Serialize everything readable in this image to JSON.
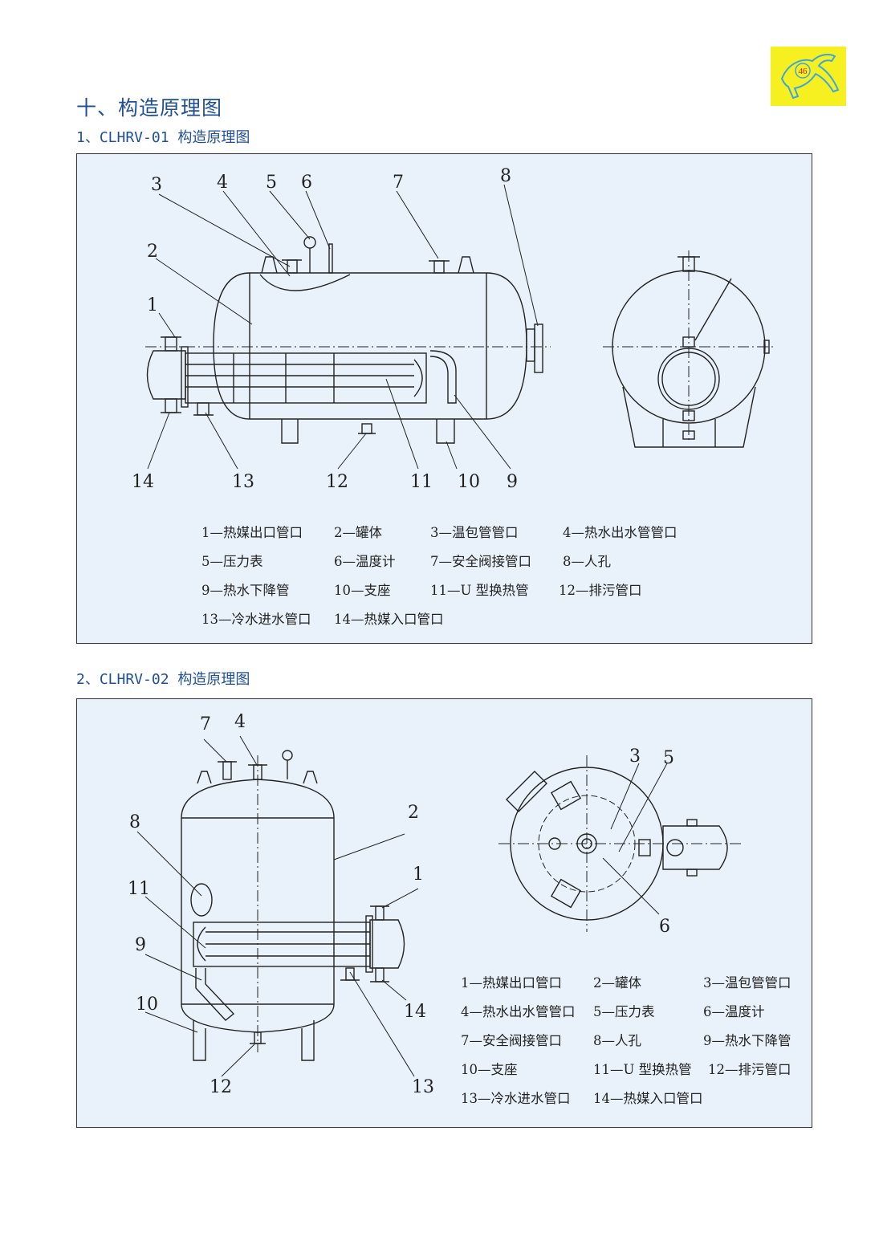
{
  "logo": {
    "page_number": "46"
  },
  "section_title": "十、构造原理图",
  "diagram1": {
    "title_model": "1、CLHRV-01",
    "title_suffix": "构造原理图",
    "callouts": [
      "1",
      "2",
      "3",
      "4",
      "5",
      "6",
      "7",
      "8",
      "9",
      "10",
      "11",
      "12",
      "13",
      "14"
    ],
    "legend": [
      [
        "1—热媒出口管口",
        "2—罐体",
        "3—温包管管口",
        "4—热水出水管管口"
      ],
      [
        "5—压力表",
        "6—温度计",
        "7—安全阀接管口",
        "8—人孔"
      ],
      [
        "9—热水下降管",
        "10—支座",
        "11—U 型换热管",
        "12—排污管口"
      ],
      [
        "13—冷水进水管口",
        "14—热媒入口管口"
      ]
    ]
  },
  "diagram2": {
    "title_model": "2、CLHRV-02",
    "title_suffix": "构造原理图",
    "callouts": [
      "1",
      "2",
      "3",
      "4",
      "5",
      "6",
      "7",
      "8",
      "9",
      "10",
      "11",
      "12",
      "13",
      "14"
    ],
    "legend": [
      [
        "1—热媒出口管口",
        "2—罐体",
        "3—温包管管口"
      ],
      [
        "4—热水出水管管口",
        "5—压力表",
        "6—温度计"
      ],
      [
        "7—安全阀接管口",
        "8—人孔",
        "9—热水下降管"
      ],
      [
        "10—支座",
        "11—U 型换热管",
        "12—排污管口"
      ],
      [
        "13—冷水进水管口",
        "14—热媒入口管口"
      ]
    ]
  }
}
